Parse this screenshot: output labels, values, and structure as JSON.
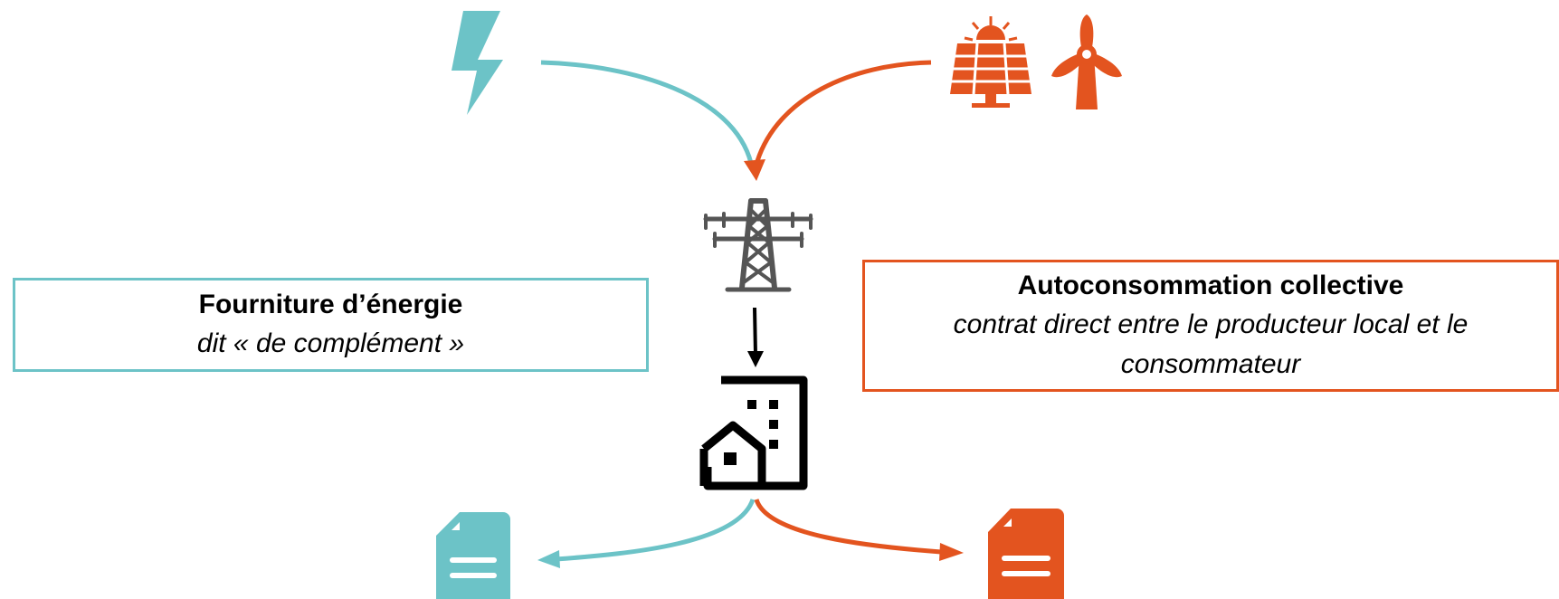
{
  "colors": {
    "supply": "#6cc3c7",
    "local": "#e3541f",
    "neutral": "#000000",
    "pylon": "#555555"
  },
  "icons": {
    "grid_supply": "lightning-bolt-icon",
    "local_production": [
      "solar-panel-icon",
      "wind-turbine-icon"
    ],
    "network": "power-pylon-icon",
    "consumer": "building-house-icon",
    "supply_invoice": "invoice-document-icon",
    "local_invoice": "invoice-document-icon"
  },
  "left_box": {
    "title": "Fourniture d’énergie",
    "subtitle": "dit « de complément »"
  },
  "right_box": {
    "title": "Autoconsommation collective",
    "subtitle": "contrat direct entre le producteur local et le consommateur"
  }
}
